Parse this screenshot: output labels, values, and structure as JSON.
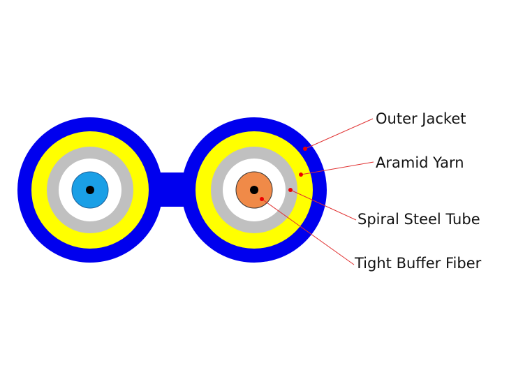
{
  "labels": {
    "outer_jacket": "Outer Jacket",
    "aramid_yarn": "Aramid Yarn",
    "spiral_steel_tube": "Spiral Steel Tube",
    "tight_buffer_fiber": "Tight Buffer Fiber"
  },
  "colors": {
    "outer_jacket": "#0000ee",
    "aramid_yarn": "#ffff00",
    "spiral_steel_tube": "#c0c0c0",
    "gap": "#ffffff",
    "left_fiber": "#1a9fe6",
    "right_fiber": "#f08a48",
    "fiber_core": "#000000",
    "leader_line": "#e03030",
    "leader_dot": "#ee0000"
  }
}
